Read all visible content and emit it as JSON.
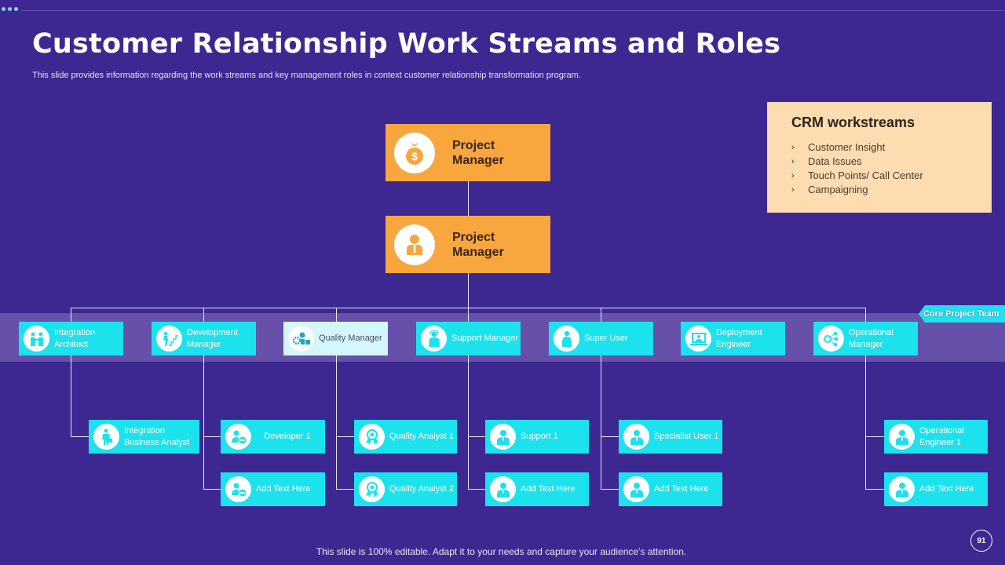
{
  "header": {
    "title": "Customer Relationship Work Streams and Roles",
    "subtitle": "This slide provides information regarding the work streams and key management  roles in context customer  relationship transformation program."
  },
  "top_nodes": [
    {
      "label": "Project Manager",
      "icon": "money-bag-icon"
    },
    {
      "label": "Project Manager",
      "icon": "businessman-icon"
    }
  ],
  "crm": {
    "title": "CRM workstreams",
    "bullet": "›",
    "items": [
      "Customer Insight",
      "Data Issues",
      "Touch Points/ Call Center",
      "Campaigning"
    ]
  },
  "core_team_tag": "Core Project Team",
  "roles": [
    {
      "label": "Integration Architect",
      "icon": "team-meeting-icon"
    },
    {
      "label": "Development Manager",
      "icon": "stairs-climb-icon"
    },
    {
      "label": "Quality Manager",
      "icon": "gears-user-icon",
      "highlighted": true
    },
    {
      "label": "Support Manager",
      "icon": "support-agent-icon"
    },
    {
      "label": "Super User",
      "icon": "user-laptop-icon"
    },
    {
      "label": "Deployment Engineer",
      "icon": "monitor-user-icon"
    },
    {
      "label": "Operational Manager",
      "icon": "network-nodes-icon"
    }
  ],
  "sub_roles": [
    {
      "parent": "Integration Architect",
      "label": "Integration Business Analyst",
      "icon": "analyst-briefcase-icon"
    },
    {
      "parent": "Development Manager",
      "label": "Developer 1",
      "icon": "developer-icon"
    },
    {
      "parent": "Development Manager",
      "label": "Add Text Here",
      "icon": "developer-icon"
    },
    {
      "parent": "Quality Manager",
      "label": "Quality Analyst 1",
      "icon": "award-ribbon-icon"
    },
    {
      "parent": "Quality Manager",
      "label": "Quality Analyst 2",
      "icon": "award-ribbon-icon"
    },
    {
      "parent": "Support Manager",
      "label": "Support 1",
      "icon": "user-icon"
    },
    {
      "parent": "Support Manager",
      "label": "Add Text Here",
      "icon": "user-icon"
    },
    {
      "parent": "Super User",
      "label": "Specialist User 1",
      "icon": "user-icon"
    },
    {
      "parent": "Super User",
      "label": "Add Text Here",
      "icon": "user-icon"
    },
    {
      "parent": "Operational Manager",
      "label": "Operational Engineer 1",
      "icon": "user-icon"
    },
    {
      "parent": "Operational Manager",
      "label": "Add Text Here",
      "icon": "user-icon"
    }
  ],
  "colors": {
    "background": "#3d2891",
    "band": "#6650aa",
    "orange": "#f8a73e",
    "cyan": "#1ce2ee",
    "crm_box": "#fcdcb0"
  },
  "footer": {
    "note": "This slide is 100% editable. Adapt it to your needs and capture your audience’s attention.",
    "page_number": "91"
  }
}
